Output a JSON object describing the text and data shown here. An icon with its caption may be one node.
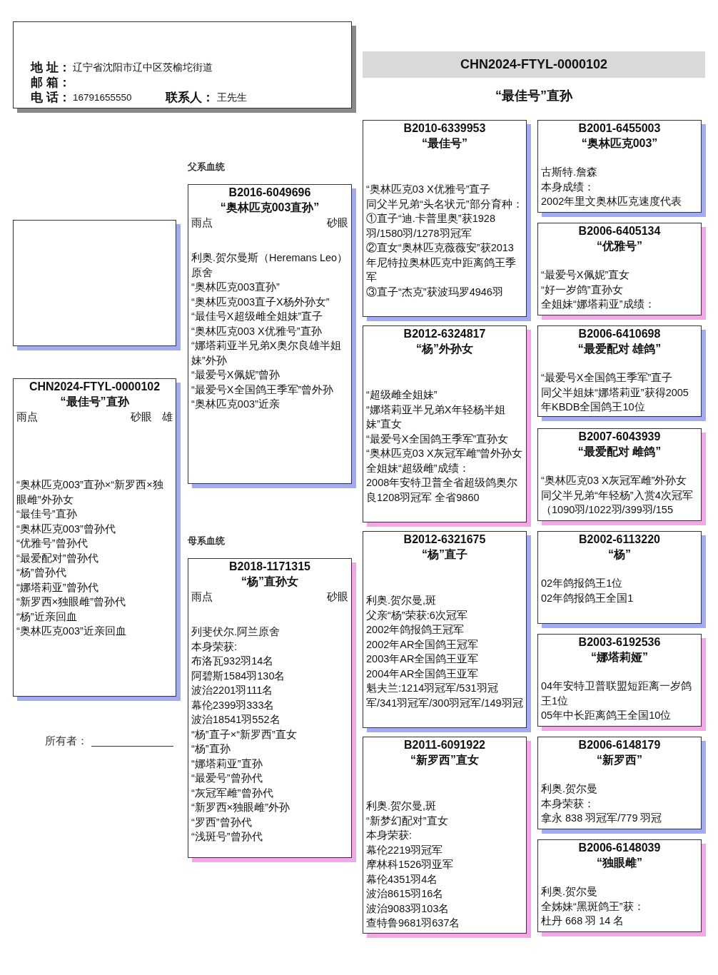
{
  "diagram": {
    "nodes": [
      {
        "text": [
          "地 址：",
          "辽宁省沈阳市辽中区茨榆坨街道",
          "邮 箱：",
          "电 话：",
          "16791655550",
          "联系人：",
          "王先生"
        ]
      },
      {
        "text": [
          "CHN2024-FTYL-0000102"
        ],
        "beside": [
          "“最佳号”直孙"
        ]
      },
      {
        "text": [],
        "shape": "box"
      },
      {
        "text": [
          "CHN2024-FTYL-0000102",
          "“最佳号”直孙",
          "雨点",
          "砂眼",
          "雄",
          "“奥林匹克003”直孙×“新罗西×独眼雌”外孙女",
          "“最佳号”直孙",
          "“奥林匹克003”曾孙代",
          "“优雅号”曾孙代",
          "“最爱配对”曾孙代",
          "“杨”曾孙代",
          "“娜塔莉亚”曾孙代",
          "“新罗西×独眼雌”曾孙代",
          "“杨”近亲回血",
          "“奥林匹克003”近亲回血"
        ]
      },
      {
        "text": [
          "B2016-6049696",
          "“奥林匹克003直孙”",
          "雨点",
          "砂眼",
          "利奥.贺尔曼斯（Heremans Leo）原舍",
          "“奥林匹克003直孙”",
          "“奥林匹克003直子X杨外孙女”",
          "“最佳号X超级雌全姐妹”直子",
          "“奥林匹克003 X优雅号”直孙",
          "“娜塔莉亚半兄弟X奥尔良雄半姐妹”外孙",
          "“最爱号X佩妮”曾孙",
          "“最爱号X全国鸽王季军”曾外孙",
          "“奥林匹克003”近亲"
        ]
      },
      {
        "text": [
          "B2018-1171315",
          "“杨”直孙女",
          "雨点",
          "砂眼",
          "列斐伏尔.阿兰原舍",
          "本身荣获:",
          "布洛瓦932羽14名",
          "阿碧斯1584羽130名",
          "波治2201羽111名",
          "幕伦2399羽333名",
          "波治18541羽552名",
          "“杨”直子×“新罗西”直女",
          "“杨”直孙",
          "“娜塔莉亚”直孙",
          "“最爱号”曾孙代",
          "“灰冠军雌”曾孙代",
          "“新罗西×独眼雌”外孙",
          "“罗西”曾孙代",
          "“浅斑号”曾孙代"
        ]
      },
      {
        "text": [
          "B2010-6339953",
          "“最佳号”",
          "“奥林匹克03 X优雅号”直子",
          "同父半兄弟“头名状元”部分育种：",
          "①直子“迪.卡普里奥”获1928羽/1580羽/1278羽冠军",
          "②直女“奥林匹克薇薇安”获2013年尼特拉奥林匹克中距离鸽王季军",
          "③直子“杰克”获波玛罗4946羽"
        ]
      },
      {
        "text": [
          "B2001-6455003",
          "“奥林匹克003”",
          "古斯特.詹森",
          "本身成绩：",
          "2002年里文奥林匹克速度代表"
        ]
      },
      {
        "text": [
          "B2006-6405134",
          "“优雅号”",
          "“最爱号X佩妮”直女",
          "“好一岁鸽”直孙女",
          "全姐妹“娜塔莉亚”成绩："
        ]
      },
      {
        "text": [
          "B2012-6324817",
          "“杨”外孙女",
          "“超级雌全姐妹”",
          "“娜塔莉亚半兄弟X年轻杨半姐妹”直女",
          "“最爱号X全国鸽王季军”直孙女",
          "“奥林匹克03 X灰冠军雌”曾外孙女",
          "全姐妹“超级雌”成绩：",
          "2008年安特卫普全省超级鸽奥尔良1208羽冠军 全省9860"
        ]
      },
      {
        "text": [
          "B2006-6410698",
          "“最爱配对 雄鸽”",
          "“最爱号X全国鸽王季军”直子",
          "同父半姐妹“娜塔莉亚”获得2005年KBDB全国鸽王10位"
        ]
      },
      {
        "text": [
          "B2007-6043939",
          "“最爱配对 雌鸽”",
          "“奥林匹克03 X灰冠军雌”外孙女",
          "同父半兄弟“年轻杨”入赏4次冠军（1090羽/1022羽/399羽/155"
        ]
      },
      {
        "text": [
          "B2012-6321675",
          "“杨”直子",
          "利奥.贺尔曼,斑",
          "父亲“杨”荣获:6次冠军",
          "2002年鸽报鸽王冠军",
          "2002年AR全国鸽王冠军",
          "2003年AR全国鸽王亚军",
          "2004年AR全国鸽王亚军",
          "魁夫兰:1214羽冠军/531羽冠军/341羽冠军/300羽冠军/149羽冠"
        ]
      },
      {
        "text": [
          "B2002-6113220",
          "“杨”",
          "02年鸽报鸽王1位",
          "02年鸽报鸽王全国1"
        ]
      },
      {
        "text": [
          "B2003-6192536",
          "“娜塔莉娅”",
          "04年安特卫普联盟短距离一岁鸽王1位",
          "05年中长距离鸽王全国10位"
        ]
      },
      {
        "text": [
          "B2011-6091922",
          "“新罗西”直女",
          "利奥.贺尔曼,斑",
          "“新梦幻配对”直女",
          "本身荣获:",
          "幕伦2219羽冠军",
          "摩林科1526羽亚军",
          "幕伦4351羽4名",
          "波治8615羽16名",
          "波治9083羽103名",
          "查特鲁9681羽637名"
        ]
      },
      {
        "text": [
          "B2006-6148179",
          "“新罗西”",
          "利奥.贺尔曼",
          "本身荣获：",
          "拿永 838 羽冠军/779 羽冠"
        ]
      },
      {
        "text": [
          "B2006-6148039",
          "“独眼雌”",
          "利奥.贺尔曼",
          "全姊妹“黑斑鸽王”获：",
          "杜丹 668 羽 14 名"
        ]
      }
    ],
    "labels": [
      "父系血统",
      "母系血统",
      "所有者："
    ]
  }
}
